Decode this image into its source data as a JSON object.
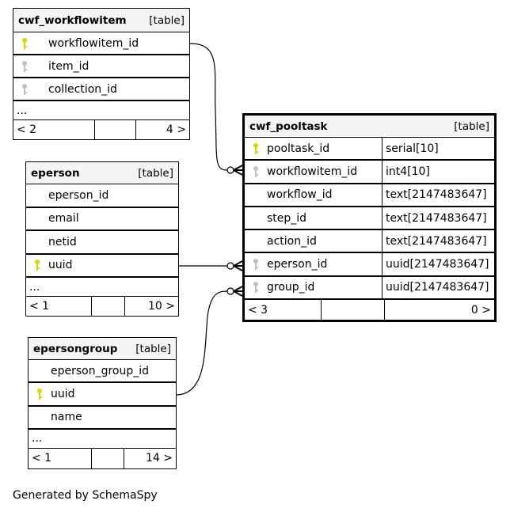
{
  "tables": [
    {
      "id": "cwf_workflowitem",
      "name": "cwf_workflowitem",
      "type": "[table]",
      "ellipsis": "...",
      "footer": {
        "left": "< 2",
        "right": "4 >"
      },
      "columns": [
        {
          "name": "workflowitem_id",
          "key": "primary"
        },
        {
          "name": "item_id",
          "key": "foreign"
        },
        {
          "name": "collection_id",
          "key": "foreign"
        }
      ]
    },
    {
      "id": "eperson",
      "name": "eperson",
      "type": "[table]",
      "ellipsis": "...",
      "footer": {
        "left": "< 1",
        "right": "10 >"
      },
      "columns": [
        {
          "name": "eperson_id",
          "key": "none"
        },
        {
          "name": "email",
          "key": "none"
        },
        {
          "name": "netid",
          "key": "none"
        },
        {
          "name": "uuid",
          "key": "primary"
        }
      ]
    },
    {
      "id": "epersongroup",
      "name": "epersongroup",
      "type": "[table]",
      "ellipsis": "...",
      "footer": {
        "left": "< 1",
        "right": "14 >"
      },
      "columns": [
        {
          "name": "eperson_group_id",
          "key": "none"
        },
        {
          "name": "uuid",
          "key": "primary"
        },
        {
          "name": "name",
          "key": "none"
        }
      ]
    },
    {
      "id": "cwf_pooltask",
      "name": "cwf_pooltask",
      "type": "[table]",
      "footer": {
        "left": "< 3",
        "right": "0 >"
      },
      "columns": [
        {
          "name": "pooltask_id",
          "type": "serial[10]",
          "key": "primary"
        },
        {
          "name": "workflowitem_id",
          "type": "int4[10]",
          "key": "foreign"
        },
        {
          "name": "workflow_id",
          "type": "text[2147483647]",
          "key": "none"
        },
        {
          "name": "step_id",
          "type": "text[2147483647]",
          "key": "none"
        },
        {
          "name": "action_id",
          "type": "text[2147483647]",
          "key": "none"
        },
        {
          "name": "eperson_id",
          "type": "uuid[2147483647]",
          "key": "foreign"
        },
        {
          "name": "group_id",
          "type": "uuid[2147483647]",
          "key": "foreign"
        }
      ]
    }
  ],
  "colors": {
    "primary_key": "#d8d800",
    "foreign_key": "#c0c0c0"
  },
  "footer_text": "Generated by SchemaSpy"
}
